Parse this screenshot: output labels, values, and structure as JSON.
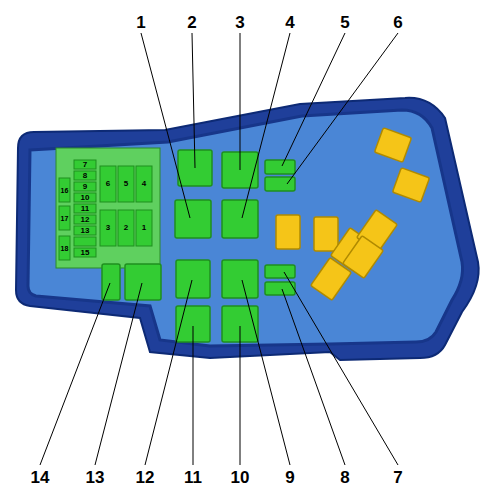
{
  "diagram": {
    "labels": [
      "1",
      "2",
      "3",
      "4",
      "5",
      "6",
      "14",
      "13",
      "12",
      "11",
      "10",
      "9",
      "8",
      "7",
      "7",
      "8",
      "9",
      "10",
      "11",
      "12",
      "13",
      "15",
      "16",
      "17",
      "18",
      "6",
      "5",
      "4",
      "3",
      "2",
      "1"
    ]
  }
}
